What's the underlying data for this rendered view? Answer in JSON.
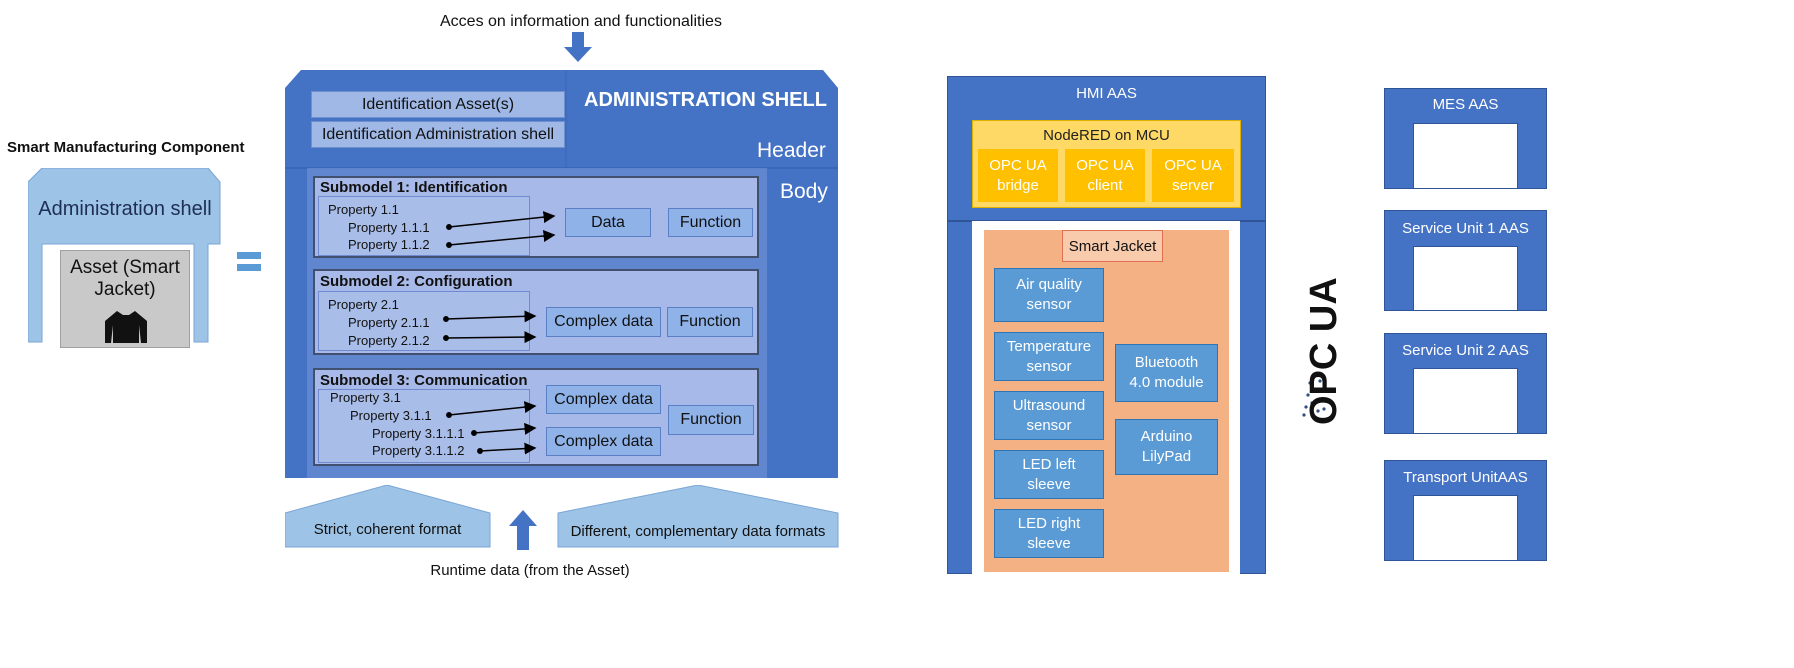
{
  "top_label": "Acces on information and functionalities",
  "bottom_label": "Runtime data (from the Asset)",
  "left": {
    "title": "Smart Manufacturing Component",
    "shell_label": "Administration shell",
    "asset_label_line1": "Asset (Smart",
    "asset_label_line2": "Jacket)",
    "jacket_icon": "jacket-icon"
  },
  "equals_icon": "equals-icon",
  "shell": {
    "title": "ADMINISTRATION SHELL",
    "ident_asset": "Identification Asset(s)",
    "ident_shell": "Identification Administration  shell",
    "header_label": "Header",
    "body_label": "Body",
    "submodels": [
      {
        "title": "Submodel 1: Identification",
        "props": [
          "Property 1.1",
          "Property 1.1.1",
          "Property 1.1.2"
        ],
        "data_label": "Data",
        "function_label": "Function"
      },
      {
        "title": "Submodel 2: Configuration",
        "props": [
          "Property 2.1",
          "Property 2.1.1",
          "Property 2.1.2"
        ],
        "data_label": "Complex data",
        "function_label": "Function"
      },
      {
        "title": "Submodel 3: Communication",
        "props": [
          "Property 3.1",
          "Property 3.1.1",
          "Property 3.1.1.1",
          "Property 3.1.1.2"
        ],
        "data_labels": [
          "Complex data",
          "Complex data"
        ],
        "function_label": "Function"
      }
    ],
    "format_left": "Strict, coherent format",
    "format_right": "Different, complementary data formats"
  },
  "hmi": {
    "title": "HMI AAS",
    "nodered": "NodeRED on MCU",
    "opc_boxes": [
      [
        "OPC UA",
        "bridge"
      ],
      [
        "OPC UA",
        "client"
      ],
      [
        "OPC UA",
        "server"
      ]
    ],
    "smart_jacket": "Smart Jacket",
    "sensors_left": [
      [
        "Air quality",
        "sensor"
      ],
      [
        "Temperature",
        "sensor"
      ],
      [
        "Ultrasound",
        "sensor"
      ],
      [
        "LED left",
        "sleeve"
      ],
      [
        "LED right",
        "sleeve"
      ]
    ],
    "sensors_right": [
      [
        "Bluetooth",
        "4.0 module"
      ],
      [
        "Arduino",
        "LilyPad"
      ]
    ]
  },
  "opcua_logo": "OPC UA",
  "aas_list": [
    "MES AAS",
    "Service Unit 1 AAS",
    "Service Unit 2 AAS",
    "Transport UnitAAS"
  ],
  "colors": {
    "blue": "#4472c4",
    "light_blue": "#9fb8e6",
    "orange": "#f4b183",
    "yellow": "#ffc000"
  }
}
